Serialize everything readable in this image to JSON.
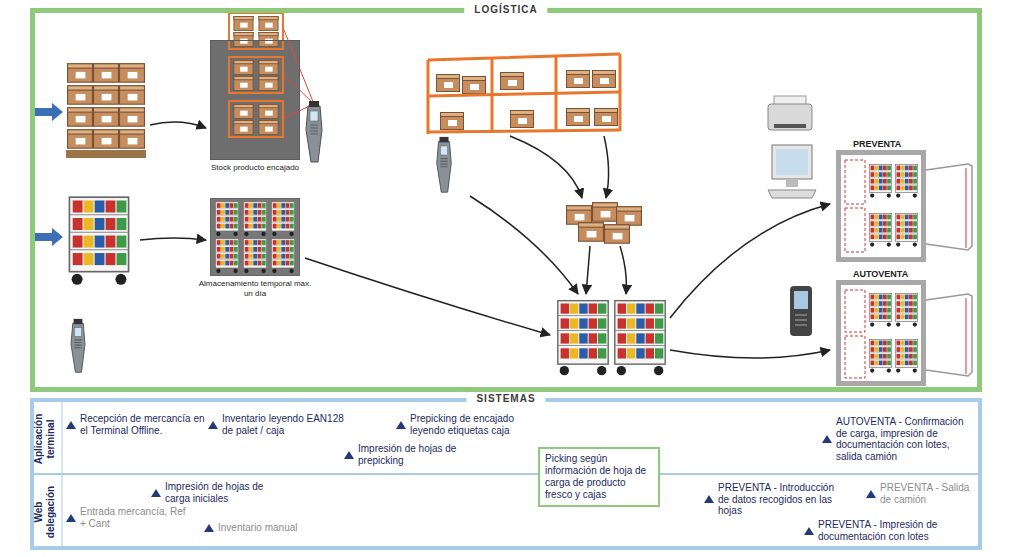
{
  "diagram": {
    "nodes": [
      {
        "text": [
          "LOGÍSTICA"
        ]
      },
      {
        "text": [
          "Stock producto encajado"
        ],
        "in": 0
      },
      {
        "text": [
          "Almacenamiento temporal max. un día"
        ],
        "in": 0
      },
      {
        "text": [
          "PREVENTA"
        ],
        "in": 0
      },
      {
        "text": [
          "AUTOVENTA"
        ],
        "in": 0
      },
      {
        "text": [
          "SISTEMAS"
        ]
      },
      {
        "text": [
          "Picking según información de hoja de carga de producto fresco y cajas"
        ],
        "in": 5
      }
    ],
    "labels": [
      "Aplicación terminal",
      "Web delegación",
      "Recepción de mercancía en el Terminal Offline.",
      "Inventario leyendo EAN128 de palet / caja",
      "Prepicking de encajado leyendo etiquetas caja",
      "Impresión de hojas de prepicking",
      "AUTOVENTA - Confirmación de carga, impresión de documentación con lotes, salida camión",
      "Impresión de hojas de carga iniciales",
      "Entrada mercancía, Ref + Cant",
      "Inventario manual",
      "PREVENTA - Introducción de datos recogidos en las hojas",
      "PREVENTA - Salida de camión",
      "PREVENTA - Impresión de documentación con lotes"
    ]
  }
}
